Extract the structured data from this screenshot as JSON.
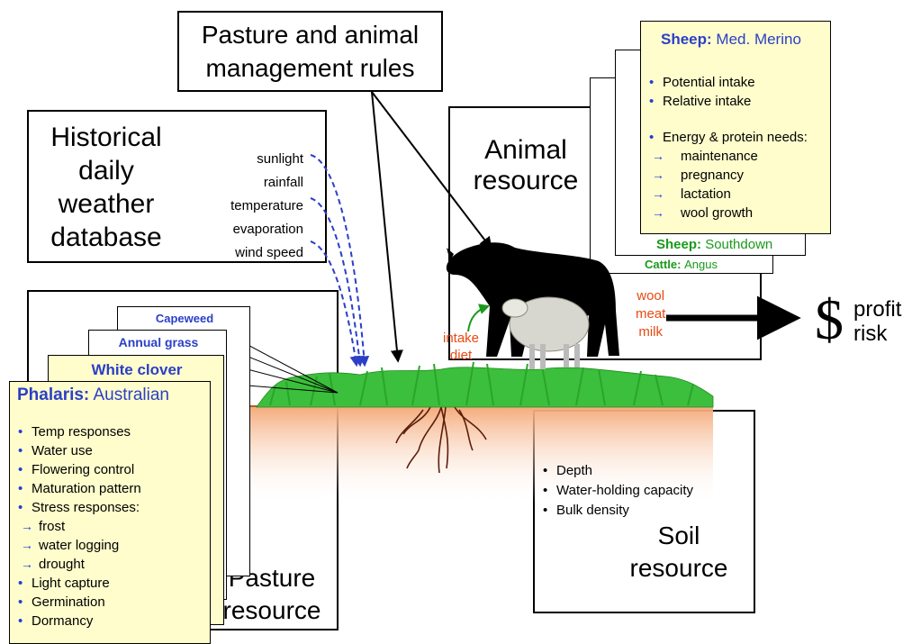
{
  "management": {
    "title": "Pasture and animal management rules"
  },
  "weather": {
    "title": "Historical daily weather database",
    "variables": [
      "sunlight",
      "rainfall",
      "temperature",
      "evaporation",
      "wind speed"
    ]
  },
  "animal": {
    "title": "Animal resource",
    "cards": [
      {
        "kind": "Cattle:",
        "breed": "Angus"
      },
      {
        "kind": "Sheep:",
        "breed": "Southdown"
      },
      {
        "kind": "Sheep:",
        "breed": "Med. Merino"
      }
    ],
    "features": [
      "Potential intake",
      "Relative intake",
      "Energy & protein needs:"
    ],
    "needs": [
      "maintenance",
      "pregnancy",
      "lactation",
      "wool growth"
    ]
  },
  "flows": {
    "intake": "intake",
    "diet": "diet",
    "products": [
      "wool",
      "meat",
      "milk"
    ],
    "outputs": [
      "profit",
      "risk"
    ],
    "currency": "$"
  },
  "pasture": {
    "title": "Pasture resource",
    "cards": [
      {
        "name": "Capeweed"
      },
      {
        "name": "Annual grass"
      },
      {
        "name": "White clover"
      },
      {
        "kind": "Phalaris:",
        "breed": "Australian"
      }
    ],
    "features": [
      "Temp responses",
      "Water use",
      "Flowering control",
      "Maturation pattern",
      "Stress responses:"
    ],
    "stresses": [
      "frost",
      "water logging",
      "drought"
    ],
    "features2": [
      "Light capture",
      "Germination",
      "Dormancy"
    ]
  },
  "soil": {
    "title": "Soil resource",
    "features": [
      "Depth",
      "Water-holding capacity",
      "Bulk density"
    ]
  },
  "colors": {
    "card_blue": "#2b3fc7",
    "card_green": "#1a9a1a",
    "orange_text": "#e84a10",
    "soil": "#f4a877",
    "grass": "#3cbf3c",
    "dash_arrow": "#2b3fc7"
  }
}
